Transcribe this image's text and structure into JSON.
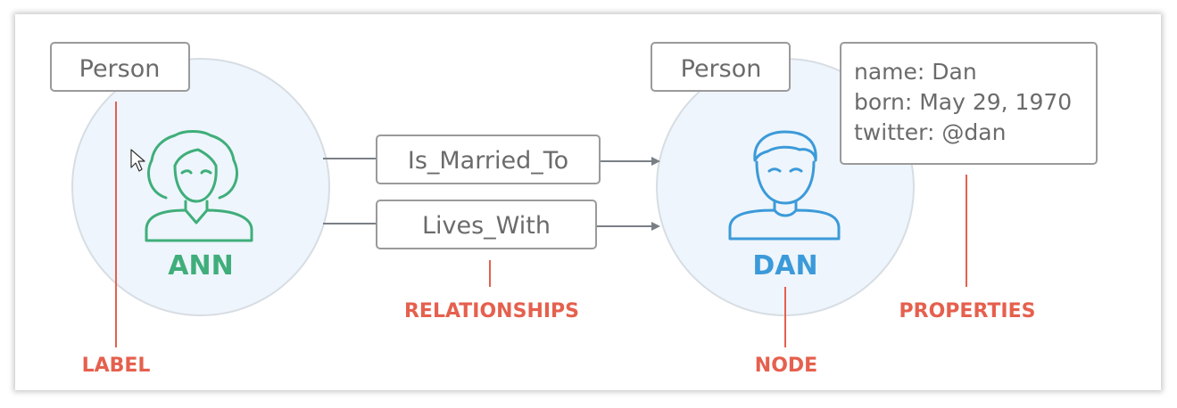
{
  "diagram": {
    "nodes": [
      {
        "id": "ann",
        "label": "Person",
        "name": "ANN",
        "color": "#3fae7a"
      },
      {
        "id": "dan",
        "label": "Person",
        "name": "DAN",
        "color": "#3b9ad9"
      }
    ],
    "relationships": [
      {
        "label": "Is_Married_To",
        "from": "ann",
        "to": "dan"
      },
      {
        "label": "Lives_With",
        "from": "ann",
        "to": "dan"
      }
    ],
    "properties": {
      "node": "dan",
      "lines": [
        "name: Dan",
        "born: May 29, 1970",
        "twitter: @dan"
      ]
    },
    "callouts": {
      "label": "LABEL",
      "relationships": "RELATIONSHIPS",
      "node": "NODE",
      "properties": "PROPERTIES"
    },
    "colors": {
      "callout": "#e5604e",
      "node_fill": "#eef5fc",
      "node_stroke": "#d7dde3",
      "box_stroke": "#9a9a9a",
      "arrow": "#7a7f86"
    }
  }
}
